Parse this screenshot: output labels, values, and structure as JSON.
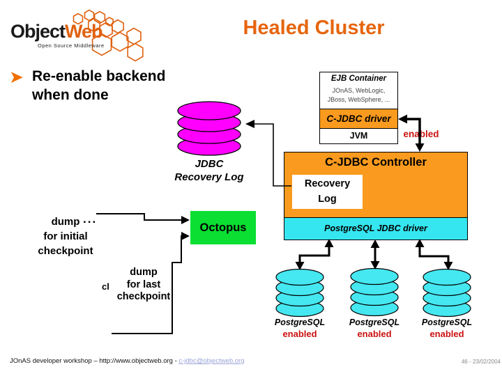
{
  "logo": {
    "brand_part1": "Object",
    "brand_part2": "Web",
    "tagline": "Open Source Middleware"
  },
  "title": "Healed Cluster",
  "bullet": {
    "line1": "Re-enable backend",
    "line2": "when done"
  },
  "ejb_container": {
    "title": "EJB Container",
    "subtitle_line1": "JOnAS, WebLogic,",
    "subtitle_line2": "JBoss, WebSphere, ...",
    "driver_label": "C-JDBC driver",
    "jvm_label": "JVM",
    "status": "enabled"
  },
  "recovery_cylinder": {
    "label_line1": "JDBC",
    "label_line2": "Recovery Log"
  },
  "controller": {
    "title": "C-JDBC Controller",
    "recovery_box_line1": "Recovery",
    "recovery_box_line2": "Log",
    "pg_driver_label": "PostgreSQL JDBC driver"
  },
  "octopus": {
    "label": "Octopus"
  },
  "dump_initial": {
    "line1": "dump",
    "line2": "for initial",
    "line3": "checkpoint",
    "ellipsis": "..."
  },
  "dump_last": {
    "line1": "dump",
    "line2": "for last",
    "line3": "checkpoint",
    "fragment": "cl"
  },
  "backends": [
    {
      "name": "PostgreSQL",
      "status": "enabled"
    },
    {
      "name": "PostgreSQL",
      "status": "enabled"
    },
    {
      "name": "PostgreSQL",
      "status": "enabled"
    }
  ],
  "footer": {
    "left_text": "JOnAS developer workshop – http://www.objectweb.org - ",
    "link_text": "c-jdbc@objectweb.org",
    "page_info": "46 - 23/02/2004"
  },
  "colors": {
    "accent_orange": "#E6650E",
    "box_orange": "#FA9A1E",
    "cyan": "#35E6F0",
    "magenta": "#FF00FF",
    "green": "#0ADF32",
    "status_red": "#CC1111",
    "link_lavender": "#99A3D8"
  }
}
